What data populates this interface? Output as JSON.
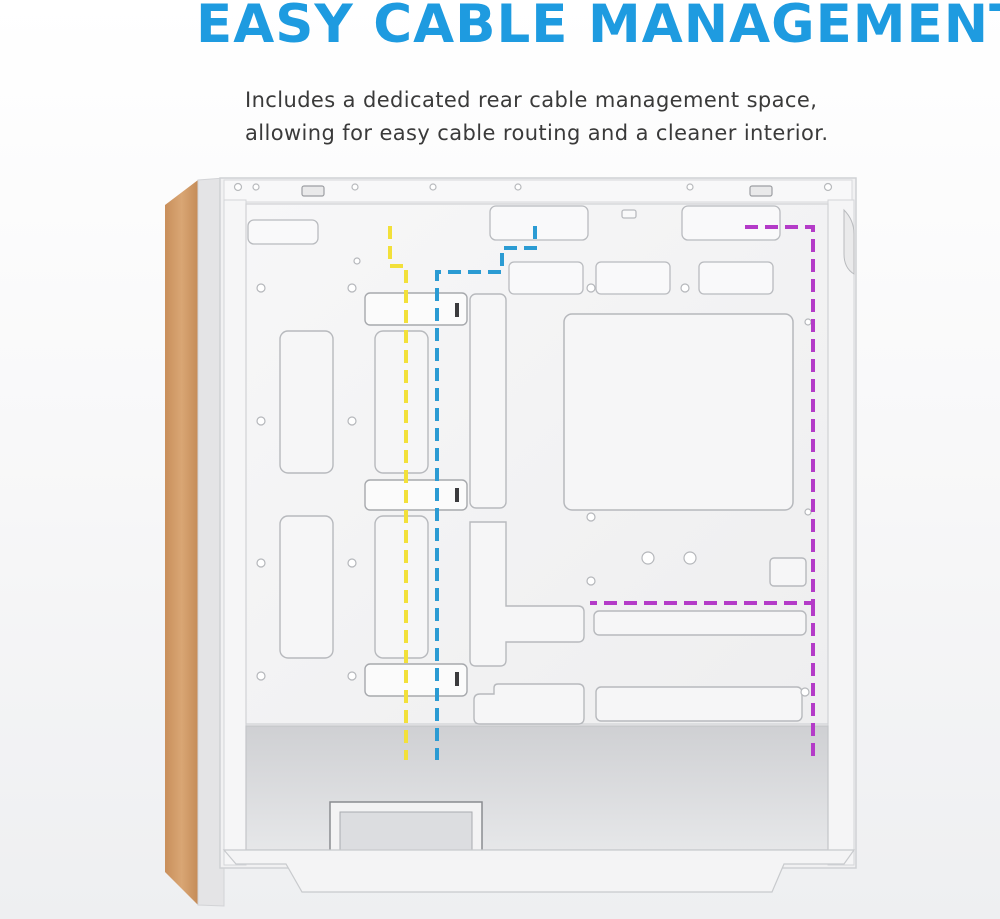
{
  "headline": "EASY CABLE MANAGEMENT",
  "description": {
    "line1": "Includes a dedicated rear cable management space,",
    "line2": "allowing for easy cable routing and a cleaner interior."
  },
  "colors": {
    "headline": "#1e9be0",
    "cable_yellow": "#f2e03a",
    "cable_blue": "#2b9bd3",
    "cable_purple": "#b43bc8",
    "wood_panel": "#cf9a68"
  },
  "cable_routes": [
    {
      "name": "yellow-route",
      "color": "#f2e03a"
    },
    {
      "name": "blue-route",
      "color": "#2b9bd3"
    },
    {
      "name": "purple-route",
      "color": "#b43bc8"
    }
  ]
}
